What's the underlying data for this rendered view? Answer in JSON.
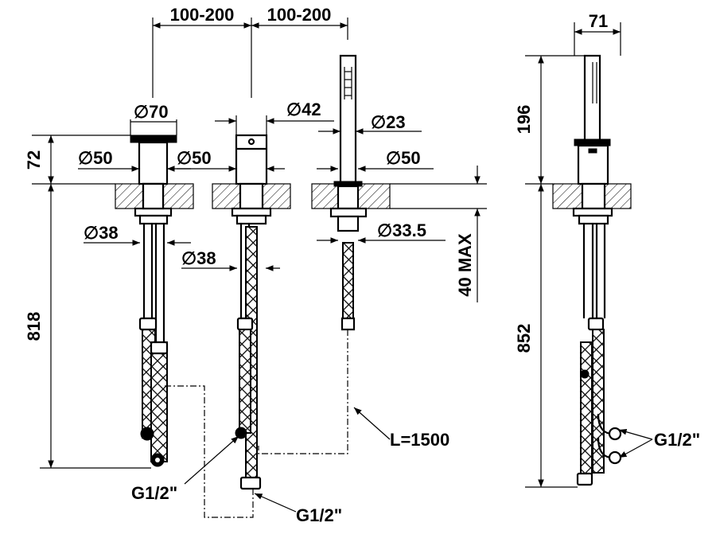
{
  "dimensions": {
    "spacing_1": "100-200",
    "spacing_2": "100-200",
    "side_width": "71",
    "d70": "70",
    "d42": "42",
    "d23": "23",
    "d50_a": "50",
    "d50_b": "50",
    "d50_c": "50",
    "d38_a": "38",
    "d38_b": "38",
    "d33_5": "33.5",
    "h72": "72",
    "h818": "818",
    "h196": "196",
    "h852": "852",
    "max40": "40 MAX",
    "hose_length": "L=1500"
  },
  "connections": {
    "g_left": "G1/2\"",
    "g_center": "G1/2\"",
    "g_right": "G1/2\""
  },
  "symbols": {
    "diameter": "∅"
  }
}
